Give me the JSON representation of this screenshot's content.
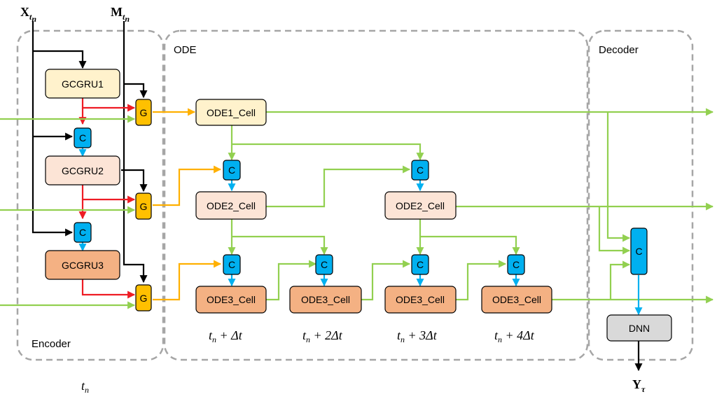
{
  "colors": {
    "black": "#000000",
    "red": "#ee1c24",
    "green": "#92d050",
    "orange": "#ffb000",
    "blue": "#00b0f0",
    "gcgru1_fill": "#fff2cc",
    "gcgru2_fill": "#fce4d6",
    "gcgru3_fill": "#f4b183",
    "dnn_fill": "#d9d9d9",
    "group_border": "#a6a6a6"
  },
  "groups": {
    "encoder": "Encoder",
    "ode": "ODE",
    "decoder": "Decoder"
  },
  "inputs": {
    "x": "X",
    "x_sub": "t",
    "x_subsub": "n",
    "m": "M",
    "m_sub": "t",
    "m_subsub": "n"
  },
  "output": {
    "y": "Y",
    "y_sub": "τ"
  },
  "encoder_blocks": {
    "gcgru1": "GCGRU1",
    "gcgru2": "GCGRU2",
    "gcgru3": "GCGRU3"
  },
  "gate_label": "G",
  "concat_label": "C",
  "ode_cells": {
    "ode1": "ODE1_Cell",
    "ode2": "ODE2_Cell",
    "ode3": "ODE3_Cell"
  },
  "dnn_label": "DNN",
  "time_labels": {
    "tn": "t",
    "tn_sub": "n",
    "step1_suffix": " +  Δt",
    "step2_suffix": " + 2Δt",
    "step3_suffix": " + 3Δt",
    "step4_suffix": " + 4Δt"
  }
}
